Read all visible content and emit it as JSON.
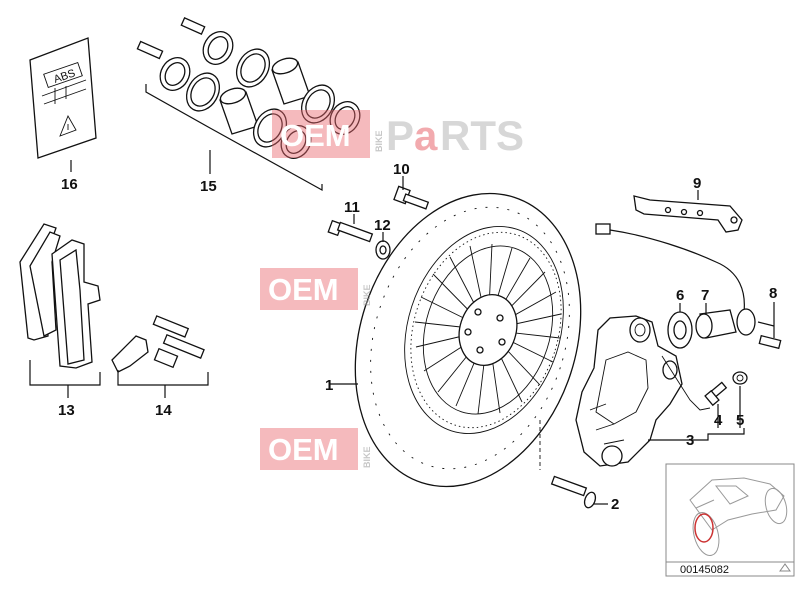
{
  "callouts": {
    "c1": "1",
    "c2": "2",
    "c3": "3",
    "c4": "4",
    "c5": "5",
    "c6": "6",
    "c7": "7",
    "c8": "8",
    "c9": "9",
    "c10": "10",
    "c11": "11",
    "c12": "12",
    "c13": "13",
    "c14": "14",
    "c15": "15",
    "c16": "16"
  },
  "abs_label": {
    "text": "ABS"
  },
  "watermark": {
    "oem": "OEM",
    "bike": "BIKE",
    "p": "P",
    "a": "a",
    "rts": "RTS"
  },
  "inset": {
    "diagram_id": "00145082"
  },
  "colors": {
    "line": "#111111",
    "watermark_red": "#e8666c",
    "watermark_gray": "#b7b7b7"
  }
}
